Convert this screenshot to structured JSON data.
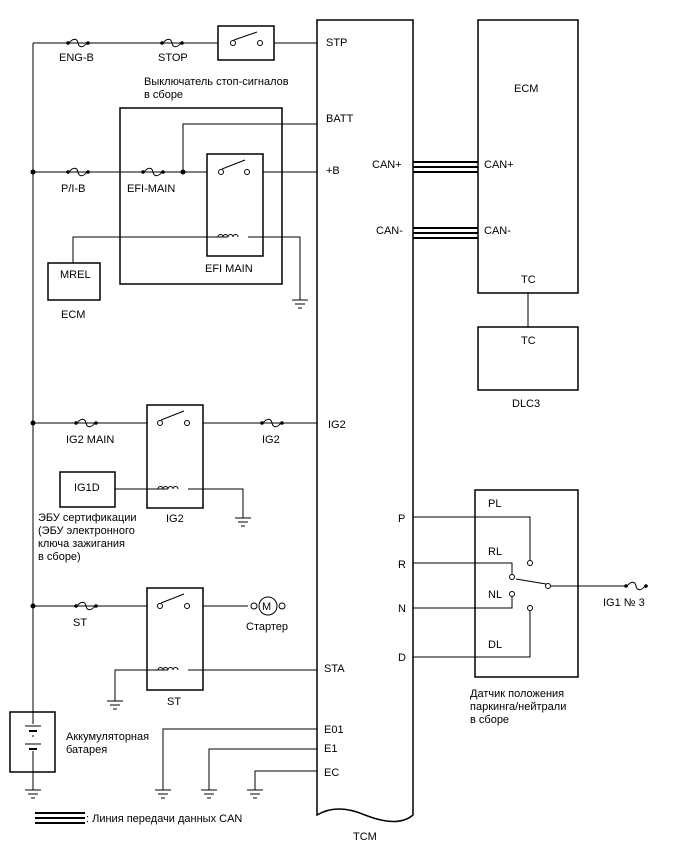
{
  "components": {
    "tcm": {
      "label": "TCM",
      "pins": {
        "stp": "STP",
        "batt": "BATT",
        "plus_b": "+B",
        "can_plus": "CAN+",
        "can_minus": "CAN-",
        "ig2": "IG2",
        "p": "P",
        "r": "R",
        "n": "N",
        "d": "D",
        "sta": "STA",
        "e01": "E01",
        "e1": "E1",
        "ec": "EC"
      }
    },
    "ecm_block": {
      "label": "ECM",
      "can_plus": "CAN+",
      "can_minus": "CAN-",
      "tc": "TC"
    },
    "dlc3": {
      "label": "DLC3",
      "tc": "TC"
    },
    "mrel": {
      "box": "MREL",
      "label": "ECM"
    },
    "ig1d": {
      "box": "IG1D",
      "label_lines": [
        "ЭБУ сертификации",
        "(ЭБУ электронного",
        "ключа зажигания",
        "в сборе)"
      ]
    },
    "park_neutral": {
      "pins": {
        "pl": "PL",
        "rl": "RL",
        "nl": "NL",
        "dl": "DL"
      },
      "label_lines": [
        "Датчик положения",
        "паркинга/нейтрали",
        "в сборе"
      ]
    },
    "stop_switch": {
      "label_lines": [
        "Выключатель стоп-сигналов",
        "в сборе"
      ]
    },
    "battery": {
      "label_lines": [
        "Аккумуляторная",
        "батарея"
      ]
    },
    "starter": {
      "symbol": "M",
      "label": "Стартер"
    }
  },
  "fuses": {
    "eng_b": "ENG-B",
    "stop": "STOP",
    "pi_b": "P/I-B",
    "efi_main": "EFI-MAIN",
    "ig2_main": "IG2 MAIN",
    "ig2": "IG2",
    "st": "ST",
    "ig1_no3": "IG1 № 3"
  },
  "relays": {
    "efi_main": "EFI MAIN",
    "ig2": "IG2",
    "st": "ST"
  },
  "legend": {
    "can_line": ": Линия передачи данных CAN"
  }
}
